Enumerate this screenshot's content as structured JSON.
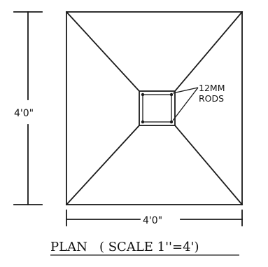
{
  "diagram": {
    "vertical_dimension": "4'0\"",
    "horizontal_dimension": "4'0\"",
    "rod_label_line1": "12MM",
    "rod_label_line2": "RODS",
    "caption": "PLAN   ( SCALE 1''=4')"
  },
  "colors": {
    "ink": "#1a1a1a",
    "background": "#ffffff"
  }
}
